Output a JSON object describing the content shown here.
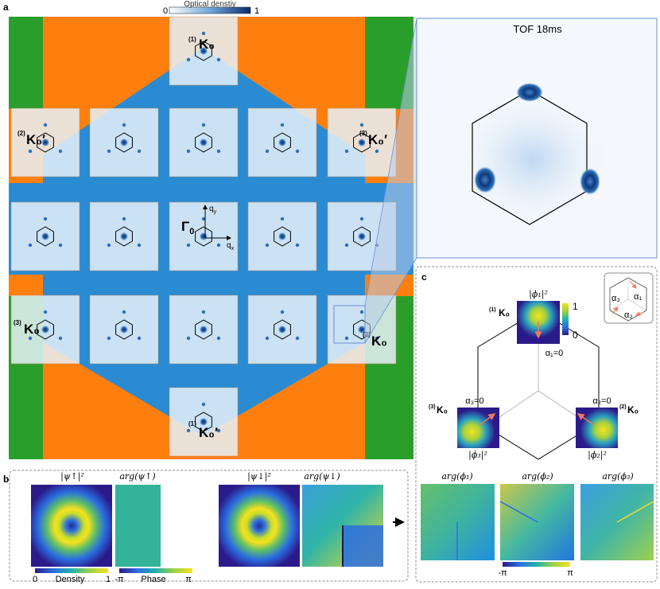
{
  "panel_labels": {
    "a": "a",
    "b": "b",
    "c": "c"
  },
  "colors": {
    "green": "#2a9e2a",
    "orange": "#ff7f0e",
    "blue": "#2b8bd2",
    "tile": "#d7eaf7",
    "panel_border": "#8c8c8c",
    "arrow": "#f07a5a"
  },
  "panel_a": {
    "colorbar": {
      "title": "Optical denstiy",
      "min": "0",
      "max": "1"
    },
    "k_labels": {
      "top": "K₀",
      "top_sup": "(1)",
      "left_upper": "K₀′",
      "left_upper_sup": "(2)",
      "right_upper": "K₀′",
      "right_upper_sup": "(3)",
      "left_lower": "K₀",
      "left_lower_sup": "(3)",
      "right_lower": "K₀",
      "right_lower_sup": "(2)",
      "bottom": "K₀′",
      "bottom_sup": "(1)"
    },
    "center": {
      "gamma": "Γ",
      "gamma_sub": "0",
      "qx": "q",
      "qx_sub": "x",
      "qy": "q",
      "qy_sub": "y"
    },
    "zoom_title": "TOF 18ms"
  },
  "panel_b": {
    "labels": [
      "|ψ↑|²",
      "arg(ψ↑)",
      "|ψ↓|²",
      "arg(ψ↓)"
    ],
    "density_bar": {
      "min": "0",
      "title": "Density",
      "max": "1"
    },
    "phase_bar": {
      "min": "-π",
      "title": "Phase",
      "max": "π"
    }
  },
  "panel_c": {
    "phi1": {
      "mod": "|ϕ₁|²",
      "k": "K₀",
      "k_sup": "(1)",
      "alpha": "α₁=0"
    },
    "phi2": {
      "mod": "|ϕ₂|²",
      "k": "K₀",
      "k_sup": "(2)",
      "alpha": "α₂=0"
    },
    "phi3": {
      "mod": "|ϕ₃|²",
      "k": "K₀",
      "k_sup": "(3)",
      "alpha": "α₃=0"
    },
    "mini_bar": {
      "max": "1",
      "min": "0"
    },
    "inset": {
      "a1": "α₁",
      "a2": "α₂",
      "a3": "α₃"
    },
    "args": [
      "arg(ϕ₁)",
      "arg(ϕ₂)",
      "arg(ϕ₃)"
    ],
    "phase_bar": {
      "min": "-π",
      "max": "π"
    }
  }
}
